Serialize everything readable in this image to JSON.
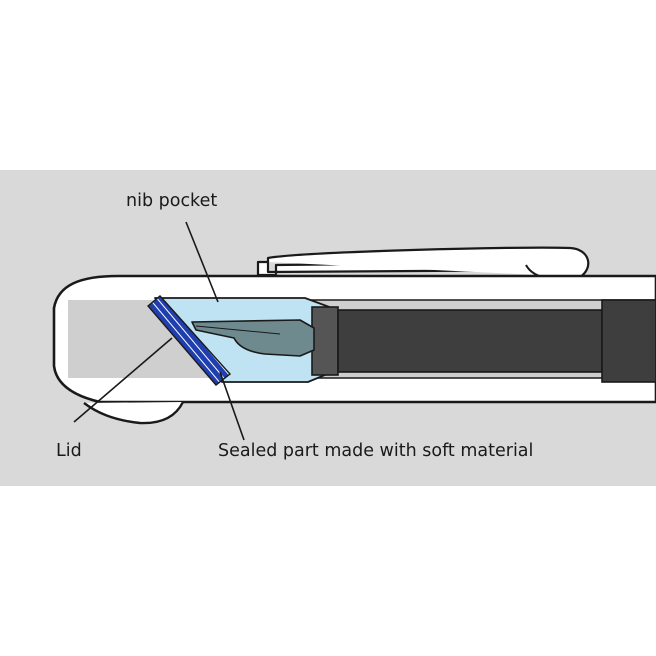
{
  "diagram": {
    "labels": {
      "nib_pocket": "nib pocket",
      "lid": "Lid",
      "sealed_part": "Sealed part made with soft material"
    },
    "colors": {
      "panel_background": "#d9d9d9",
      "pen_body": "#ffffff",
      "outline": "#1a1a1a",
      "inner_bore": "#cfcfcf",
      "nib_pocket_fill": "#bfe3f2",
      "seal_blue": "#1f3fb0",
      "nib": "#6e8a8f",
      "ink_tube": "#3e3e3e"
    }
  }
}
